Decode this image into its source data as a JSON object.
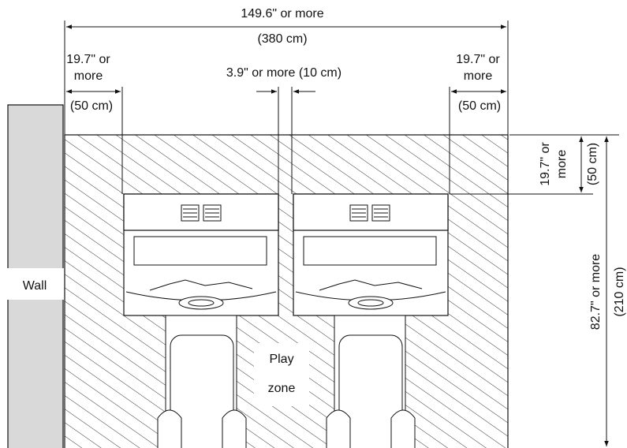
{
  "labels": {
    "overall_width": "149.6\" or more",
    "overall_width_metric": "(380 cm)",
    "left_clearance_line1": "19.7\" or",
    "left_clearance_line2": "more",
    "left_clearance_metric": "(50 cm)",
    "gap": "3.9\" or more (10 cm)",
    "right_clearance_line1": "19.7\" or",
    "right_clearance_line2": "more",
    "right_clearance_metric": "(50 cm)",
    "rear_clearance_line1": "19.7\" or",
    "rear_clearance_line2": "more",
    "rear_clearance_metric": "(50 cm)",
    "depth": "82.7\" or more",
    "depth_metric": "(210 cm)",
    "wall": "Wall",
    "play_zone_line1": "Play",
    "play_zone_line2": "zone"
  },
  "colors": {
    "line": "#111111",
    "wall_fill": "#d9d9d9",
    "hatch": "#333333"
  }
}
